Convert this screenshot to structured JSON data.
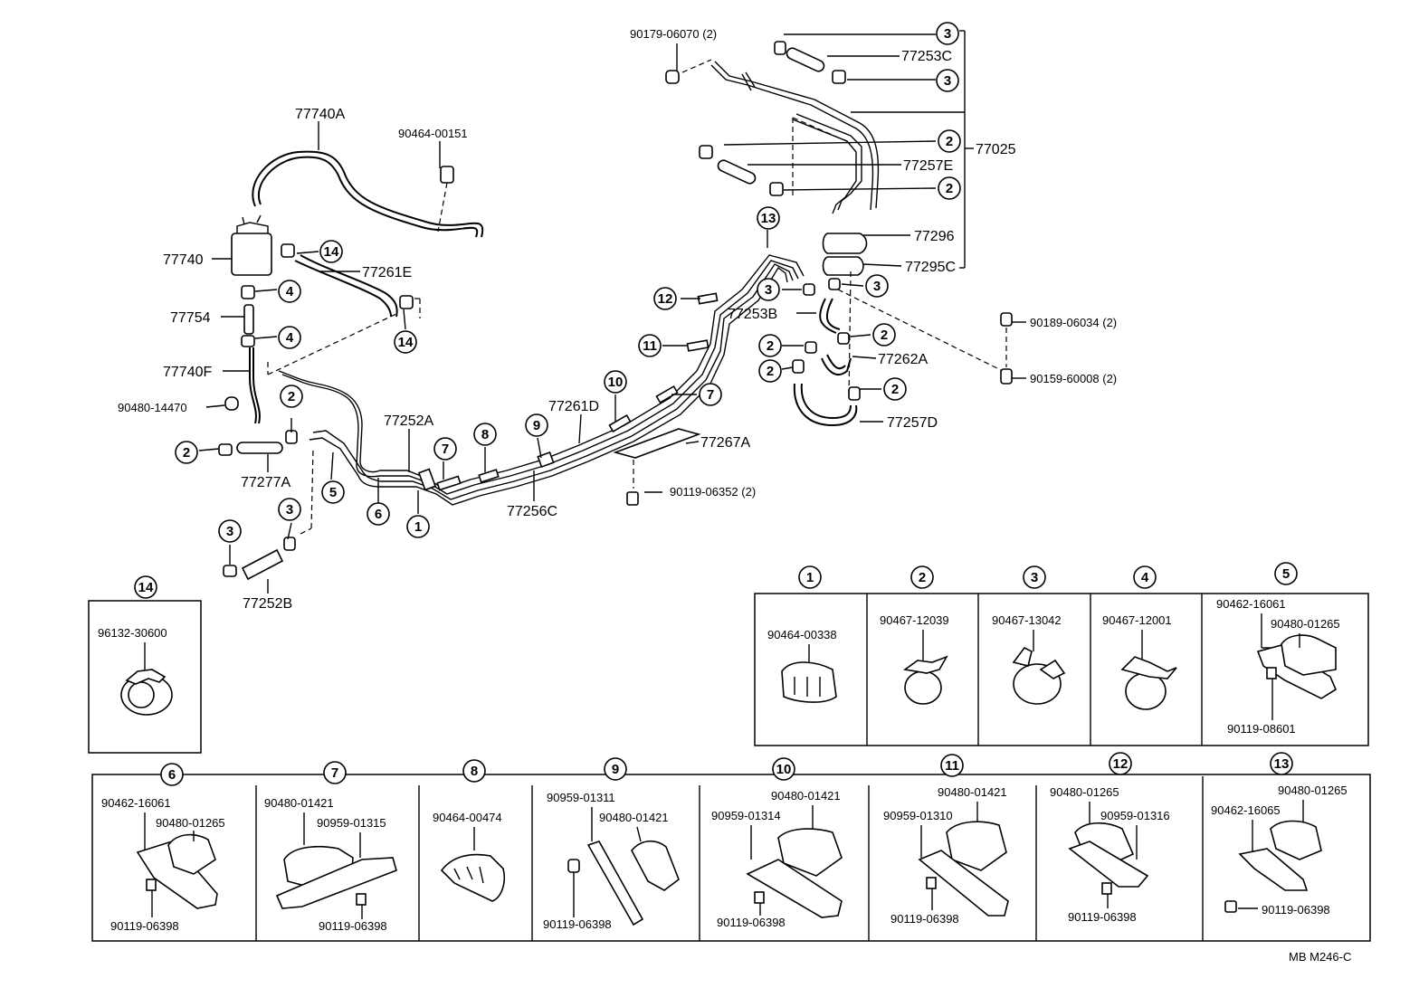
{
  "diagram": {
    "labels": {
      "p77740A": "77740A",
      "p90464_00151": "90464-00151",
      "p77740": "77740",
      "p77261E": "77261E",
      "p77754": "77754",
      "p77740F": "77740F",
      "p90480_14470": "90480-14470",
      "p77277A": "77277A",
      "p77252A": "77252A",
      "p77252B": "77252B",
      "p77256C": "77256C",
      "p77261D": "77261D",
      "p77267A": "77267A",
      "p90119_06352": "90119-06352 (2)",
      "p90179_06070": "90179-06070 (2)",
      "p77253C": "77253C",
      "p77025": "77025",
      "p77257E": "77257E",
      "p77296": "77296",
      "p77295C": "77295C",
      "p77253B": "77253B",
      "p77262A": "77262A",
      "p77257D": "77257D",
      "p90189_06034": "90189-06034 (2)",
      "p90159_60008": "90159-60008 (2)",
      "footer": "MB  M246-C"
    },
    "callouts": {
      "c1": "1",
      "c2": "2",
      "c3": "3",
      "c4": "4",
      "c5": "5",
      "c6": "6",
      "c7": "7",
      "c8": "8",
      "c9": "9",
      "c10": "10",
      "c11": "11",
      "c12": "12",
      "c13": "13",
      "c14": "14"
    },
    "detail_boxes": {
      "b1": {
        "num": "1",
        "p1": "90464-00338"
      },
      "b2": {
        "num": "2",
        "p1": "90467-12039"
      },
      "b3": {
        "num": "3",
        "p1": "90467-13042"
      },
      "b4": {
        "num": "4",
        "p1": "90467-12001"
      },
      "b5": {
        "num": "5",
        "p1": "90462-16061",
        "p2": "90480-01265",
        "p3": "90119-08601"
      },
      "b6": {
        "num": "6",
        "p1": "90462-16061",
        "p2": "90480-01265",
        "p3": "90119-06398"
      },
      "b7": {
        "num": "7",
        "p1": "90480-01421",
        "p2": "90959-01315",
        "p3": "90119-06398"
      },
      "b8": {
        "num": "8",
        "p1": "90464-00474"
      },
      "b9": {
        "num": "9",
        "p1": "90959-01311",
        "p2": "90480-01421",
        "p3": "90119-06398"
      },
      "b10": {
        "num": "10",
        "p1": "90480-01421",
        "p2": "90959-01314",
        "p3": "90119-06398"
      },
      "b11": {
        "num": "11",
        "p1": "90480-01421",
        "p2": "90959-01310",
        "p3": "90119-06398"
      },
      "b12": {
        "num": "12",
        "p1": "90480-01265",
        "p2": "90959-01316",
        "p3": "90119-06398"
      },
      "b13": {
        "num": "13",
        "p1": "90462-16065",
        "p2": "90480-01265",
        "p3": "90119-06398"
      },
      "b14": {
        "num": "14",
        "p1": "96132-30600"
      }
    }
  }
}
